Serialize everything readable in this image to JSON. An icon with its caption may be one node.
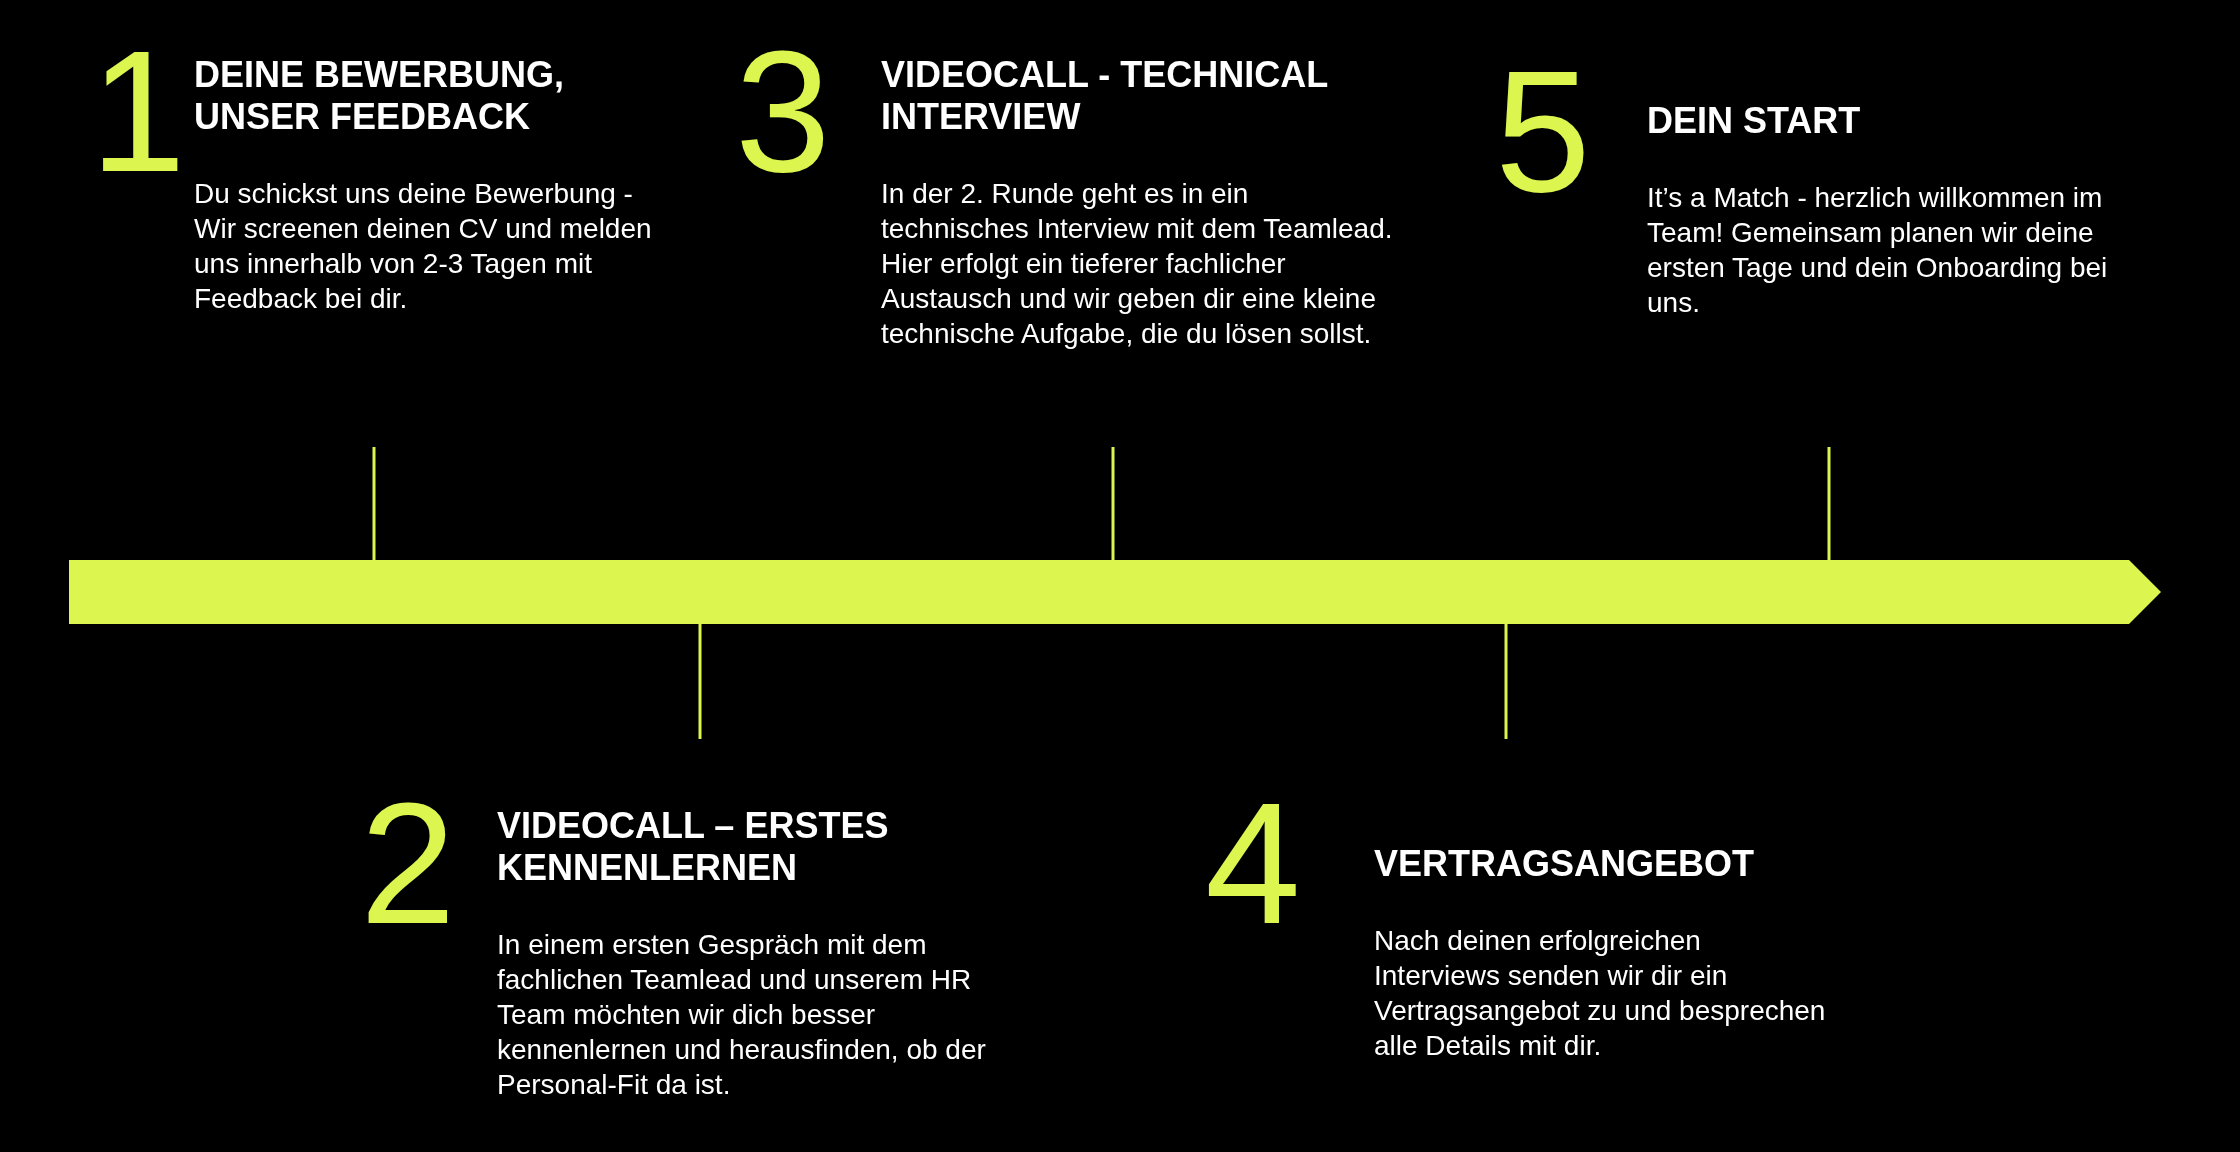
{
  "diagram": {
    "nodes": [
      {
        "text": [
          "1",
          "DEINE BEWERBUNG, UNSER FEEDBACK",
          "Du schickst uns deine Bewerbung - Wir screenen deinen CV und melden uns innerhalb von 2-3 Tagen mit Feedback bei dir."
        ]
      },
      {
        "text": [
          "2",
          "VIDEOCALL – ERSTES KENNENLERNEN",
          "In einem ersten Gespräch mit dem fachlichen Teamlead und unserem HR Team möchten wir dich besser kennenlernen und herausfinden, ob der Personal-Fit da ist."
        ]
      },
      {
        "text": [
          "3",
          "VIDEOCALL - TECHNICAL INTERVIEW",
          "In der 2. Runde geht es in ein technisches Interview mit dem Teamlead. Hier erfolgt ein tieferer fachlicher Austausch und wir geben dir eine kleine technische Aufgabe, die du lösen sollst."
        ]
      },
      {
        "text": [
          "4",
          "VERTRAGSANGEBOT",
          "Nach deinen erfolgreichen Interviews senden wir dir ein Vertragsangebot zu und besprechen alle Details mit dir."
        ]
      },
      {
        "text": [
          "5",
          "DEIN START",
          "It’s a Match - herzlich willkommen im Team! Gemeinsam planen wir deine ersten Tage und dein Onboarding bei uns."
        ]
      },
      {
        "text": [],
        "shape": "bar"
      }
    ],
    "edges": [
      {
        "from": 0,
        "to": 5,
        "arrow": "none"
      },
      {
        "from": 1,
        "to": 5,
        "arrow": "none"
      },
      {
        "from": 2,
        "to": 5,
        "arrow": "none"
      },
      {
        "from": 3,
        "to": 5,
        "arrow": "none"
      },
      {
        "from": 4,
        "to": 5,
        "arrow": "none"
      }
    ]
  }
}
